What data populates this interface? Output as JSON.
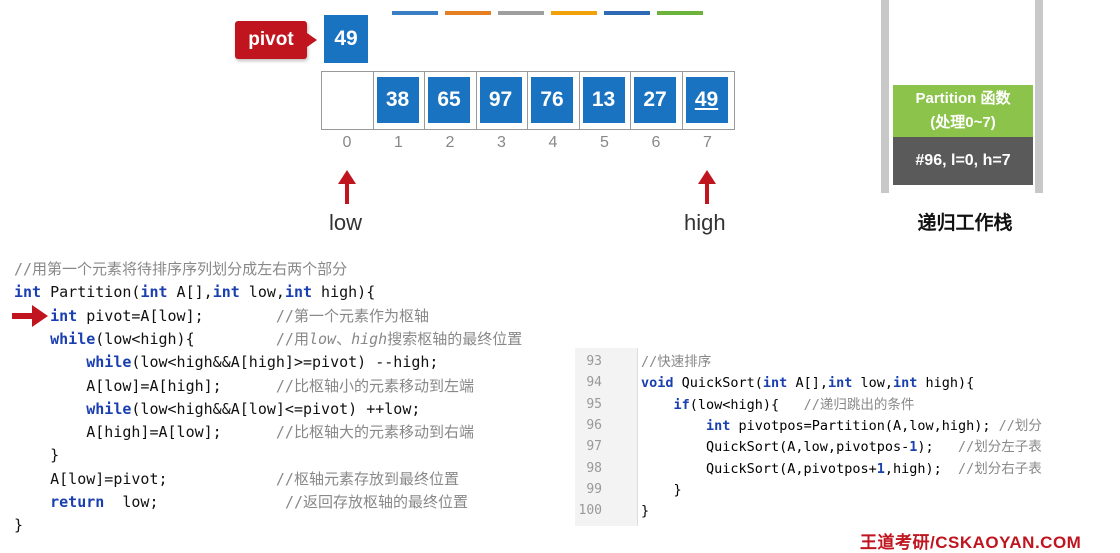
{
  "pivot": {
    "label": "pivot",
    "value": "49"
  },
  "color_bars": [
    "#3a7fc3",
    "#e67e22",
    "#9e9e9e",
    "#f1a10a",
    "#2f6ab5",
    "#6bb33b"
  ],
  "array": {
    "values": [
      "",
      "38",
      "65",
      "97",
      "76",
      "13",
      "27",
      "49"
    ],
    "indices": [
      "0",
      "1",
      "2",
      "3",
      "4",
      "5",
      "6",
      "7"
    ]
  },
  "pointers": {
    "low": "low",
    "high": "high"
  },
  "stack": {
    "frame_title": "Partition 函数",
    "frame_range": "(处理0~7)",
    "frame_args": "#96, l=0, h=7",
    "caption": "递归工作栈"
  },
  "code_left": [
    [
      {
        "t": "//用第一个元素将待排序序列划分成左右两个部分",
        "c": "cm"
      }
    ],
    [
      {
        "t": "int",
        "c": "kw"
      },
      {
        "t": " Partition("
      },
      {
        "t": "int",
        "c": "kw"
      },
      {
        "t": " A[],"
      },
      {
        "t": "int",
        "c": "kw"
      },
      {
        "t": " low,"
      },
      {
        "t": "int",
        "c": "kw"
      },
      {
        "t": " high){"
      }
    ],
    [
      {
        "t": "    "
      },
      {
        "t": "int",
        "c": "kw"
      },
      {
        "t": " pivot=A[low];        "
      },
      {
        "t": "//第一个元素作为枢轴",
        "c": "cm"
      }
    ],
    [
      {
        "t": "    "
      },
      {
        "t": "while",
        "c": "kw"
      },
      {
        "t": "(low<high){         "
      },
      {
        "t": "//用",
        "c": "cm"
      },
      {
        "t": "low",
        "c": "cmi"
      },
      {
        "t": "、",
        "c": "cm"
      },
      {
        "t": "high",
        "c": "cmi"
      },
      {
        "t": "搜索枢轴的最终位置",
        "c": "cm"
      }
    ],
    [
      {
        "t": "        "
      },
      {
        "t": "while",
        "c": "kw"
      },
      {
        "t": "(low<high&&A[high]>=pivot) --high;"
      }
    ],
    [
      {
        "t": "        A[low]=A[high];      "
      },
      {
        "t": "//比枢轴小的元素移动到左端",
        "c": "cm"
      }
    ],
    [
      {
        "t": "        "
      },
      {
        "t": "while",
        "c": "kw"
      },
      {
        "t": "(low<high&&A[low]<=pivot) ++low;"
      }
    ],
    [
      {
        "t": "        A[high]=A[low];      "
      },
      {
        "t": "//比枢轴大的元素移动到右端",
        "c": "cm"
      }
    ],
    [
      {
        "t": "    }"
      }
    ],
    [
      {
        "t": "    A[low]=pivot;            "
      },
      {
        "t": "//枢轴元素存放到最终位置",
        "c": "cm"
      }
    ],
    [
      {
        "t": "    "
      },
      {
        "t": "return",
        "c": "kw"
      },
      {
        "t": "  low;              "
      },
      {
        "t": "//返回存放枢轴的最终位置",
        "c": "cm"
      }
    ],
    [
      {
        "t": "}"
      }
    ]
  ],
  "code_right": {
    "line_numbers": [
      "93",
      "94",
      "95",
      "96",
      "97",
      "98",
      "99",
      "100"
    ],
    "lines": [
      [
        {
          "t": "//快速排序",
          "c": "cm"
        }
      ],
      [
        {
          "t": "void",
          "c": "kw"
        },
        {
          "t": " QuickSort("
        },
        {
          "t": "int",
          "c": "kw"
        },
        {
          "t": " A[],"
        },
        {
          "t": "int",
          "c": "kw"
        },
        {
          "t": " low,"
        },
        {
          "t": "int",
          "c": "kw"
        },
        {
          "t": " high){"
        }
      ],
      [
        {
          "t": "    "
        },
        {
          "t": "if",
          "c": "kw"
        },
        {
          "t": "(low<high){   "
        },
        {
          "t": "//递归跳出的条件",
          "c": "cm"
        }
      ],
      [
        {
          "t": "        "
        },
        {
          "t": "int",
          "c": "kw"
        },
        {
          "t": " pivotpos=Partition(A,low,high); "
        },
        {
          "t": "//划分",
          "c": "cm"
        }
      ],
      [
        {
          "t": "        QuickSort(A,low,pivotpos-"
        },
        {
          "t": "1",
          "c": "kw"
        },
        {
          "t": ");   "
        },
        {
          "t": "//划分左子表",
          "c": "cm"
        }
      ],
      [
        {
          "t": "        QuickSort(A,pivotpos+"
        },
        {
          "t": "1",
          "c": "kw"
        },
        {
          "t": ",high);  "
        },
        {
          "t": "//划分右子表",
          "c": "cm"
        }
      ],
      [
        {
          "t": "    }"
        }
      ],
      [
        {
          "t": "}"
        }
      ]
    ]
  },
  "watermark": "王道考研/CSKAOYAN.COM"
}
